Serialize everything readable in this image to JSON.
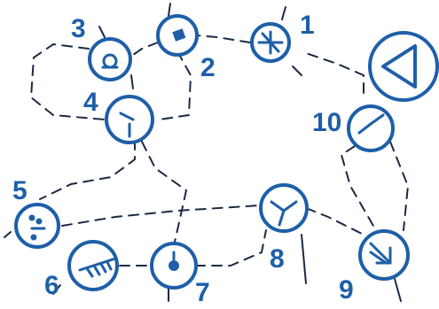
{
  "colors": {
    "node": "#1e5fa8",
    "path": "#1a2a44",
    "background": "#ffffff"
  },
  "nodes": [
    {
      "id": "1",
      "label": "1",
      "icon": "asterisk-icon"
    },
    {
      "id": "2",
      "label": "2",
      "icon": "filled-square-icon"
    },
    {
      "id": "3",
      "label": "3",
      "icon": "ring-dot-icon"
    },
    {
      "id": "4",
      "label": "4",
      "icon": "split-lines-icon"
    },
    {
      "id": "5",
      "label": "5",
      "icon": "dots-icon"
    },
    {
      "id": "6",
      "label": "6",
      "icon": "comb-icon"
    },
    {
      "id": "7",
      "label": "7",
      "icon": "filled-dot-icon"
    },
    {
      "id": "8",
      "label": "8",
      "icon": "y-junction-icon"
    },
    {
      "id": "9",
      "label": "9",
      "icon": "arrow-corner-icon"
    },
    {
      "id": "10",
      "label": "10",
      "icon": "v-lines-icon"
    },
    {
      "id": "goal",
      "label": "",
      "icon": "triangle-goal-icon"
    }
  ]
}
